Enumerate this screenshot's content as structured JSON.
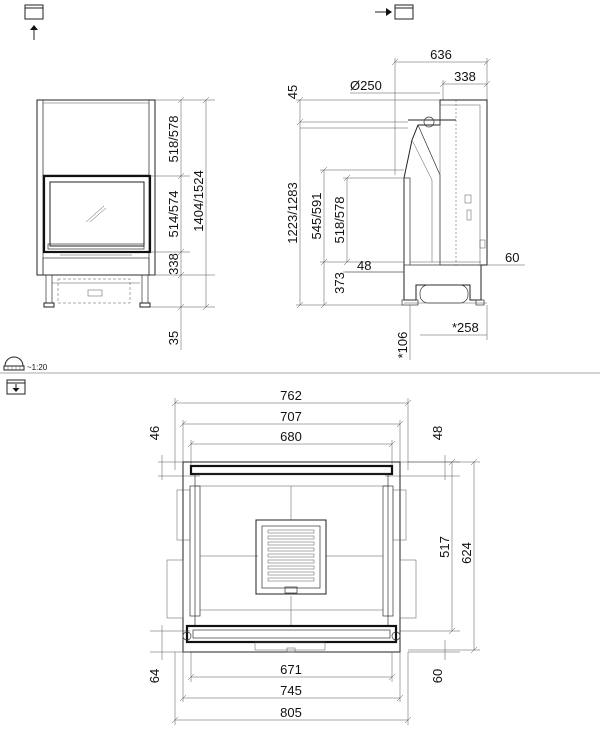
{
  "scale": "~1:20",
  "front_view": {
    "heights": [
      "518/578",
      "514/574",
      "338",
      "35"
    ],
    "overall_height": "1404/1524"
  },
  "side_view": {
    "top_width": "636",
    "top_partial": "338",
    "flue_diameter": "Ø250",
    "top_offset": "45",
    "heights_outer": "1223/1283",
    "heights_mid": [
      "545/591",
      "518/578"
    ],
    "heights_low": "373",
    "inset": "48",
    "right_depth": "60",
    "base_star": "*106",
    "foot_star": "*258"
  },
  "plan_view": {
    "widths_top": [
      "762",
      "707",
      "680"
    ],
    "top_left": "46",
    "top_right": "48",
    "depth_inner": "517",
    "depth_outer": "624",
    "widths_bottom": [
      "671",
      "745",
      "805"
    ],
    "bottom_left": "64",
    "bottom_right": "60"
  }
}
